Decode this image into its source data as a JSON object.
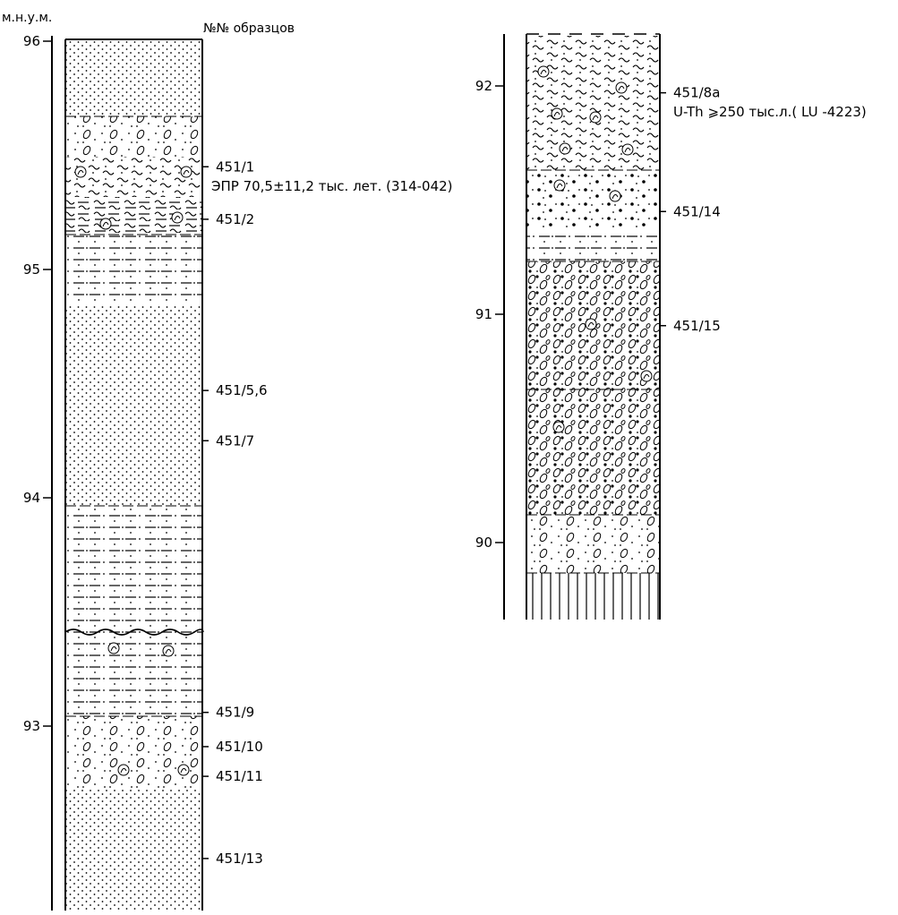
{
  "header": {
    "depth_unit": "м.н.у.м.",
    "samples_title": "№№ образцов"
  },
  "column_left": {
    "ticks": [
      {
        "elev": 96,
        "label": "96"
      },
      {
        "elev": 95,
        "label": "95"
      },
      {
        "elev": 94,
        "label": "94"
      },
      {
        "elev": 93,
        "label": "93"
      }
    ],
    "samples": [
      {
        "elev": 95.45,
        "label": "451/1"
      },
      {
        "elev": 95.22,
        "label": "451/2"
      },
      {
        "elev": 94.47,
        "label": "451/5,6"
      },
      {
        "elev": 94.25,
        "label": "451/7"
      },
      {
        "elev": 93.06,
        "label": "451/9"
      },
      {
        "elev": 92.91,
        "label": "451/10"
      },
      {
        "elev": 92.78,
        "label": "451/11"
      },
      {
        "elev": 92.42,
        "label": "451/13"
      }
    ],
    "dating_note": "ЭПР 70,5±11,2 тыс. лет. (314-042)"
  },
  "column_right": {
    "ticks": [
      {
        "elev": 92,
        "label": "92"
      },
      {
        "elev": 91,
        "label": "91"
      },
      {
        "elev": 90,
        "label": "90"
      }
    ],
    "samples": [
      {
        "elev": 91.97,
        "label": "451/8a"
      },
      {
        "elev": 91.45,
        "label": "451/14"
      },
      {
        "elev": 90.95,
        "label": "451/15"
      }
    ],
    "dating_note": "U-Th ⩾250 тыс.л.( LU -4223)"
  }
}
